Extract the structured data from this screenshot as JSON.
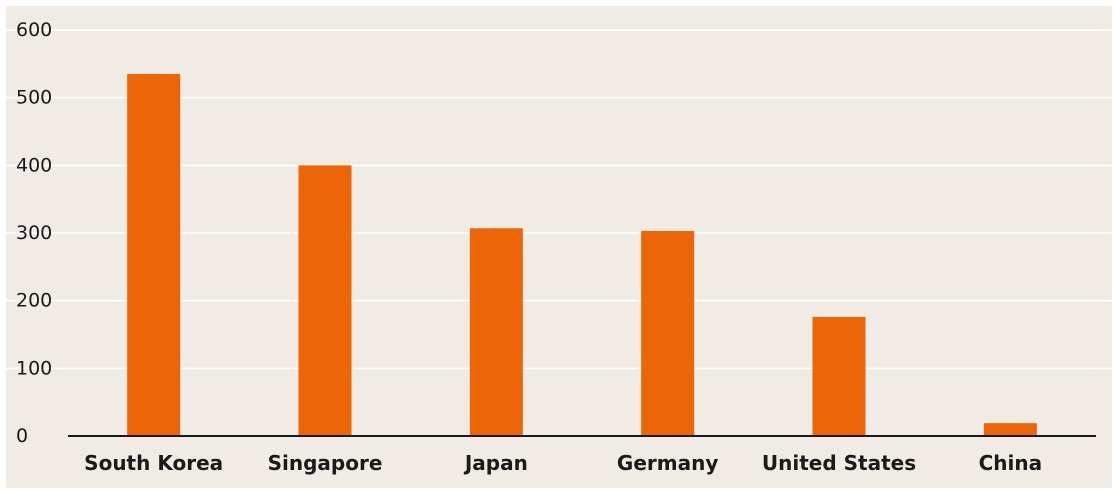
{
  "chart_data": {
    "type": "bar",
    "categories": [
      "South Korea",
      "Singapore",
      "Japan",
      "Germany",
      "United States",
      "China"
    ],
    "values": [
      535,
      400,
      307,
      303,
      176,
      19
    ],
    "ylim": [
      0,
      600
    ],
    "yticks": [
      0,
      100,
      200,
      300,
      400,
      500,
      600
    ],
    "title": "",
    "xlabel": "",
    "ylabel": "",
    "grid": true,
    "legend": "none",
    "colors": {
      "bar": "#ec6608",
      "background": "#f0ebe5",
      "grid": "#ffffff",
      "axis": "#1a1a1a",
      "text": "#1a1a1a"
    }
  }
}
